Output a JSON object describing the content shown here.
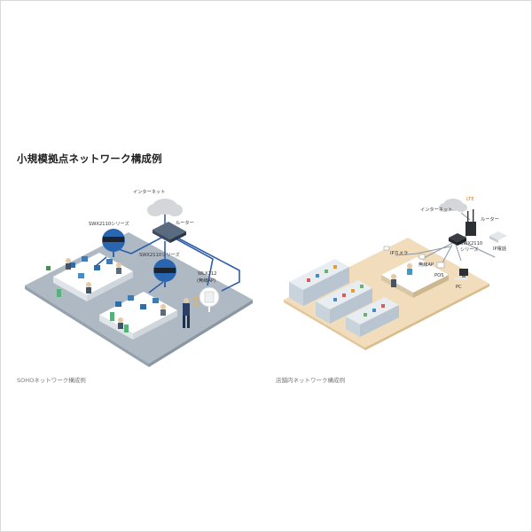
{
  "page": {
    "title": "小規模拠点ネットワーク構成例"
  },
  "soho": {
    "caption": "SOHOネットワーク構成例",
    "labels": {
      "internet": "インターネット",
      "router": "ルーター",
      "switch1": "SWX2110シリーズ",
      "switch2": "SWX2110シリーズ",
      "ap_model": "WLX212",
      "ap_type": "(無線AP)"
    }
  },
  "store": {
    "caption": "店舗内ネットワーク構成例",
    "labels": {
      "internet": "インターネット",
      "lte": "LTE",
      "router": "ルーター",
      "switch_model": "SWX2110",
      "switch_series": "シリーズ",
      "ip_phone": "IP電話",
      "ip_camera": "IPカメラ",
      "wireless_ap": "無線AP",
      "pos": "POS",
      "pc": "PC"
    }
  },
  "colors": {
    "floor_soho": "#aeb9c4",
    "floor_store": "#f1dcbb",
    "cable": "#2f5fa8",
    "switch_badge": "#2a66b0",
    "cloud": "#d4d6d9"
  },
  "icons": [
    "cloud-icon",
    "router-icon",
    "switch-icon",
    "access-point-icon",
    "ip-phone-icon",
    "pc-icon"
  ]
}
